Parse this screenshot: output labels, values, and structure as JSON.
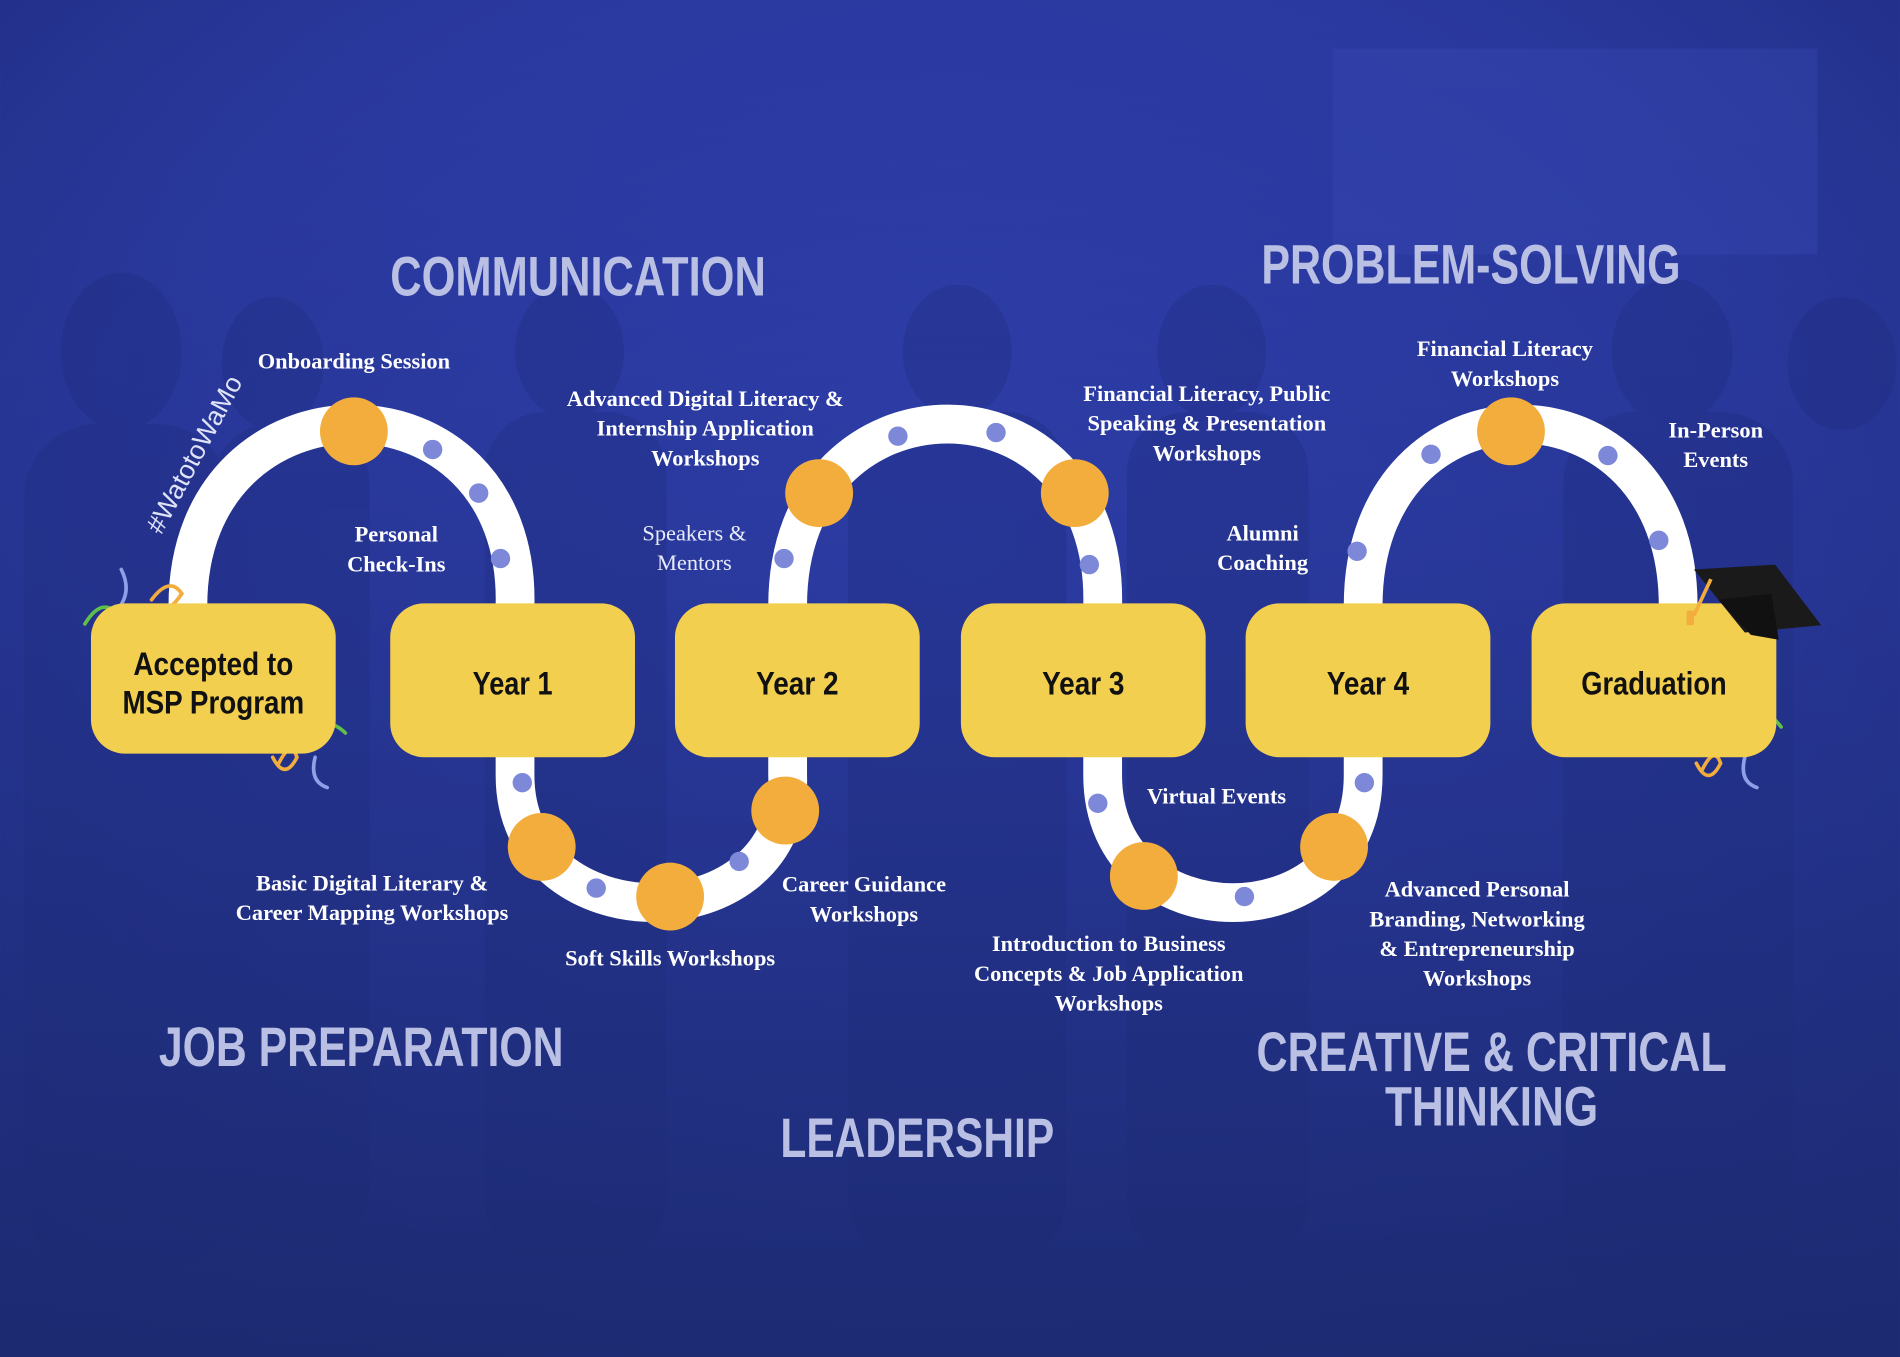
{
  "colors": {
    "background": "#2b3aa6",
    "track": "#ffffff",
    "milestone": "#f3ad3c",
    "dot": "#7d88d8",
    "box": "#f3cf4f",
    "skill_text": "#b9c0e4"
  },
  "hashtag": "#WatotoWaMo",
  "skills": {
    "communication": "COMMUNICATION",
    "problem_solving": "PROBLEM-SOLVING",
    "job_preparation": "JOB PREPARATION",
    "leadership": "LEADERSHIP",
    "creative_1": "CREATIVE & CRITICAL",
    "creative_2": "THINKING"
  },
  "stages": [
    {
      "lines": [
        "Accepted to",
        "MSP Program"
      ]
    },
    {
      "lines": [
        "Year 1"
      ]
    },
    {
      "lines": [
        "Year 2"
      ]
    },
    {
      "lines": [
        "Year 3"
      ]
    },
    {
      "lines": [
        "Year 4"
      ]
    },
    {
      "lines": [
        "Graduation"
      ]
    }
  ],
  "labels": {
    "onboarding": [
      "Onboarding Session"
    ],
    "checkins": [
      "Personal",
      "Check-Ins"
    ],
    "adv_digital": [
      "Advanced Digital Literacy &",
      "Internship Application",
      "Workshops"
    ],
    "speakers": [
      "Speakers &",
      "Mentors"
    ],
    "fin_public": [
      "Financial Literacy, Public",
      "Speaking & Presentation",
      "Workshops"
    ],
    "alumni": [
      "Alumni",
      "Coaching"
    ],
    "fin_lit": [
      "Financial Literacy",
      "Workshops"
    ],
    "in_person": [
      "In-Person",
      "Events"
    ],
    "basic_digital": [
      "Basic Digital Literary &",
      "Career Mapping Workshops"
    ],
    "soft_skills": [
      "Soft Skills Workshops"
    ],
    "career_guidance": [
      "Career Guidance",
      "Workshops"
    ],
    "virtual": [
      "Virtual Events"
    ],
    "intro_business": [
      "Introduction to Business",
      "Concepts & Job Application",
      "Workshops"
    ],
    "adv_personal": [
      "Advanced Personal",
      "Branding, Networking",
      "& Entrepreneurship",
      "Workshops"
    ]
  }
}
